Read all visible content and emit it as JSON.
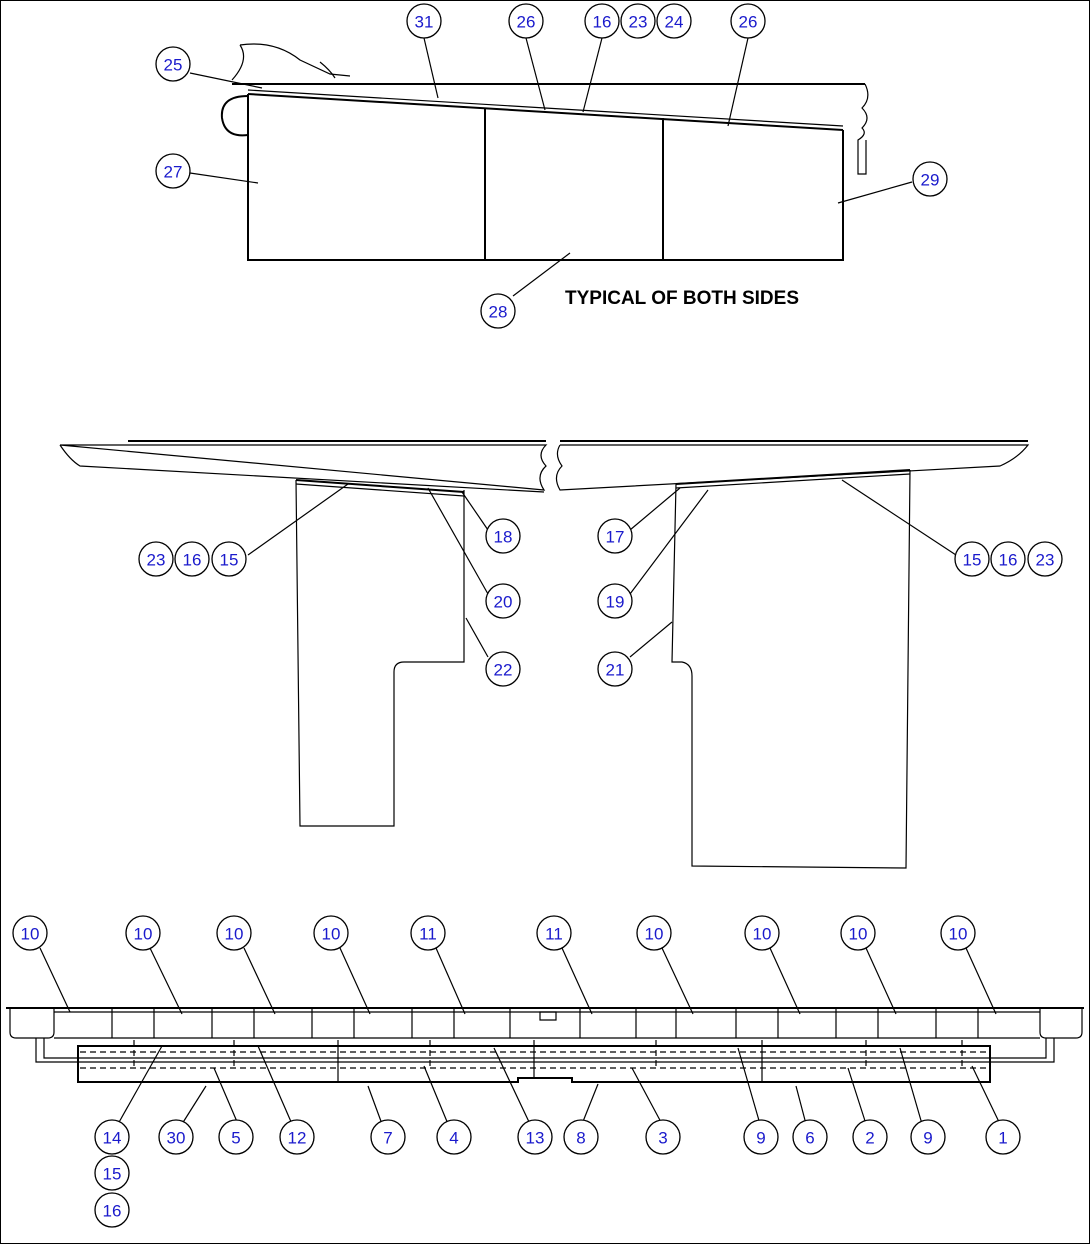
{
  "diagram": {
    "note": "TYPICAL OF BOTH SIDES",
    "callouts": [
      {
        "id": "c31a",
        "label": "31"
      },
      {
        "id": "c26a",
        "label": "26"
      },
      {
        "id": "c16a",
        "label": "16"
      },
      {
        "id": "c23a",
        "label": "23"
      },
      {
        "id": "c24a",
        "label": "24"
      },
      {
        "id": "c26b",
        "label": "26"
      },
      {
        "id": "c25a",
        "label": "25"
      },
      {
        "id": "c27a",
        "label": "27"
      },
      {
        "id": "c29a",
        "label": "29"
      },
      {
        "id": "c28a",
        "label": "28"
      },
      {
        "id": "c23b",
        "label": "23"
      },
      {
        "id": "c16b",
        "label": "16"
      },
      {
        "id": "c15b",
        "label": "15"
      },
      {
        "id": "c18a",
        "label": "18"
      },
      {
        "id": "c20a",
        "label": "20"
      },
      {
        "id": "c22a",
        "label": "22"
      },
      {
        "id": "c17a",
        "label": "17"
      },
      {
        "id": "c19a",
        "label": "19"
      },
      {
        "id": "c21a",
        "label": "21"
      },
      {
        "id": "c15c",
        "label": "15"
      },
      {
        "id": "c16c",
        "label": "16"
      },
      {
        "id": "c23c",
        "label": "23"
      },
      {
        "id": "c10a",
        "label": "10"
      },
      {
        "id": "c10b",
        "label": "10"
      },
      {
        "id": "c10c",
        "label": "10"
      },
      {
        "id": "c10d",
        "label": "10"
      },
      {
        "id": "c11a",
        "label": "11"
      },
      {
        "id": "c11b",
        "label": "11"
      },
      {
        "id": "c10e",
        "label": "10"
      },
      {
        "id": "c10f",
        "label": "10"
      },
      {
        "id": "c10g",
        "label": "10"
      },
      {
        "id": "c10h",
        "label": "10"
      },
      {
        "id": "c14a",
        "label": "14"
      },
      {
        "id": "c30a",
        "label": "30"
      },
      {
        "id": "c5a",
        "label": "5"
      },
      {
        "id": "c12a",
        "label": "12"
      },
      {
        "id": "c7a",
        "label": "7"
      },
      {
        "id": "c4a",
        "label": "4"
      },
      {
        "id": "c13a",
        "label": "13"
      },
      {
        "id": "c8a",
        "label": "8"
      },
      {
        "id": "c3a",
        "label": "3"
      },
      {
        "id": "c9a",
        "label": "9"
      },
      {
        "id": "c6a",
        "label": "6"
      },
      {
        "id": "c2a",
        "label": "2"
      },
      {
        "id": "c9b",
        "label": "9"
      },
      {
        "id": "c1a",
        "label": "1"
      },
      {
        "id": "c15d",
        "label": "15"
      },
      {
        "id": "c16d",
        "label": "16"
      }
    ]
  }
}
